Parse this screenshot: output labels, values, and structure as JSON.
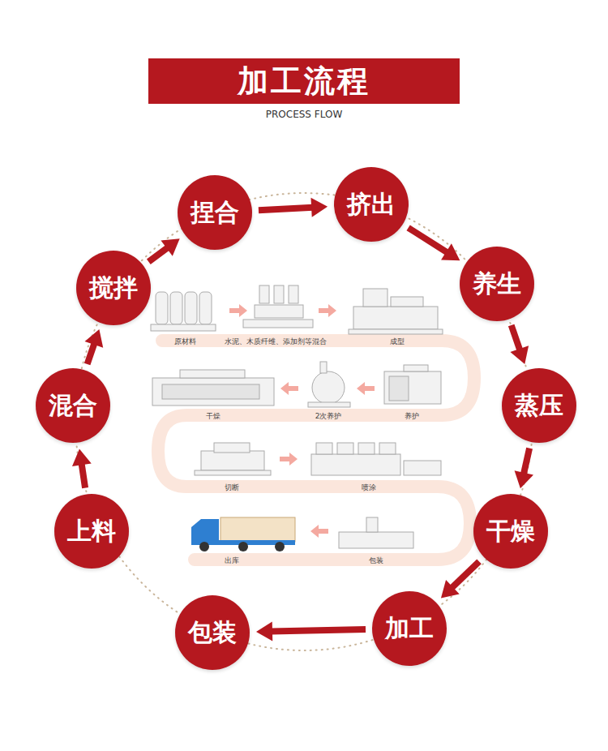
{
  "diagram": {
    "title": "加工流程",
    "nodes": [
      {
        "text": [
          "捏合"
        ]
      },
      {
        "text": [
          "挤出"
        ]
      },
      {
        "text": [
          "养生"
        ]
      },
      {
        "text": [
          "蒸压"
        ]
      },
      {
        "text": [
          "干燥"
        ]
      },
      {
        "text": [
          "加工"
        ]
      },
      {
        "text": [
          "包装"
        ]
      },
      {
        "text": [
          "上料"
        ]
      },
      {
        "text": [
          "混合"
        ]
      },
      {
        "text": [
          "搅拌"
        ]
      }
    ],
    "edges": [
      {
        "from": 7,
        "to": 8,
        "arrow": "to"
      },
      {
        "from": 8,
        "to": 9,
        "arrow": "to"
      },
      {
        "from": 9,
        "to": 0,
        "arrow": "to"
      },
      {
        "from": 0,
        "to": 1,
        "arrow": "to"
      },
      {
        "from": 1,
        "to": 2,
        "arrow": "to"
      },
      {
        "from": 2,
        "to": 3,
        "arrow": "to"
      },
      {
        "from": 3,
        "to": 4,
        "arrow": "to"
      },
      {
        "from": 4,
        "to": 5,
        "arrow": "to"
      },
      {
        "from": 5,
        "to": 6,
        "arrow": "to"
      }
    ],
    "labels": [
      "PROCESS FLOW",
      "原材料",
      "水泥、木质纤维、添加剂等混合",
      "成型",
      "干燥",
      "2次养护",
      "养护",
      "切断",
      "喷涂",
      "出库",
      "包装"
    ]
  }
}
